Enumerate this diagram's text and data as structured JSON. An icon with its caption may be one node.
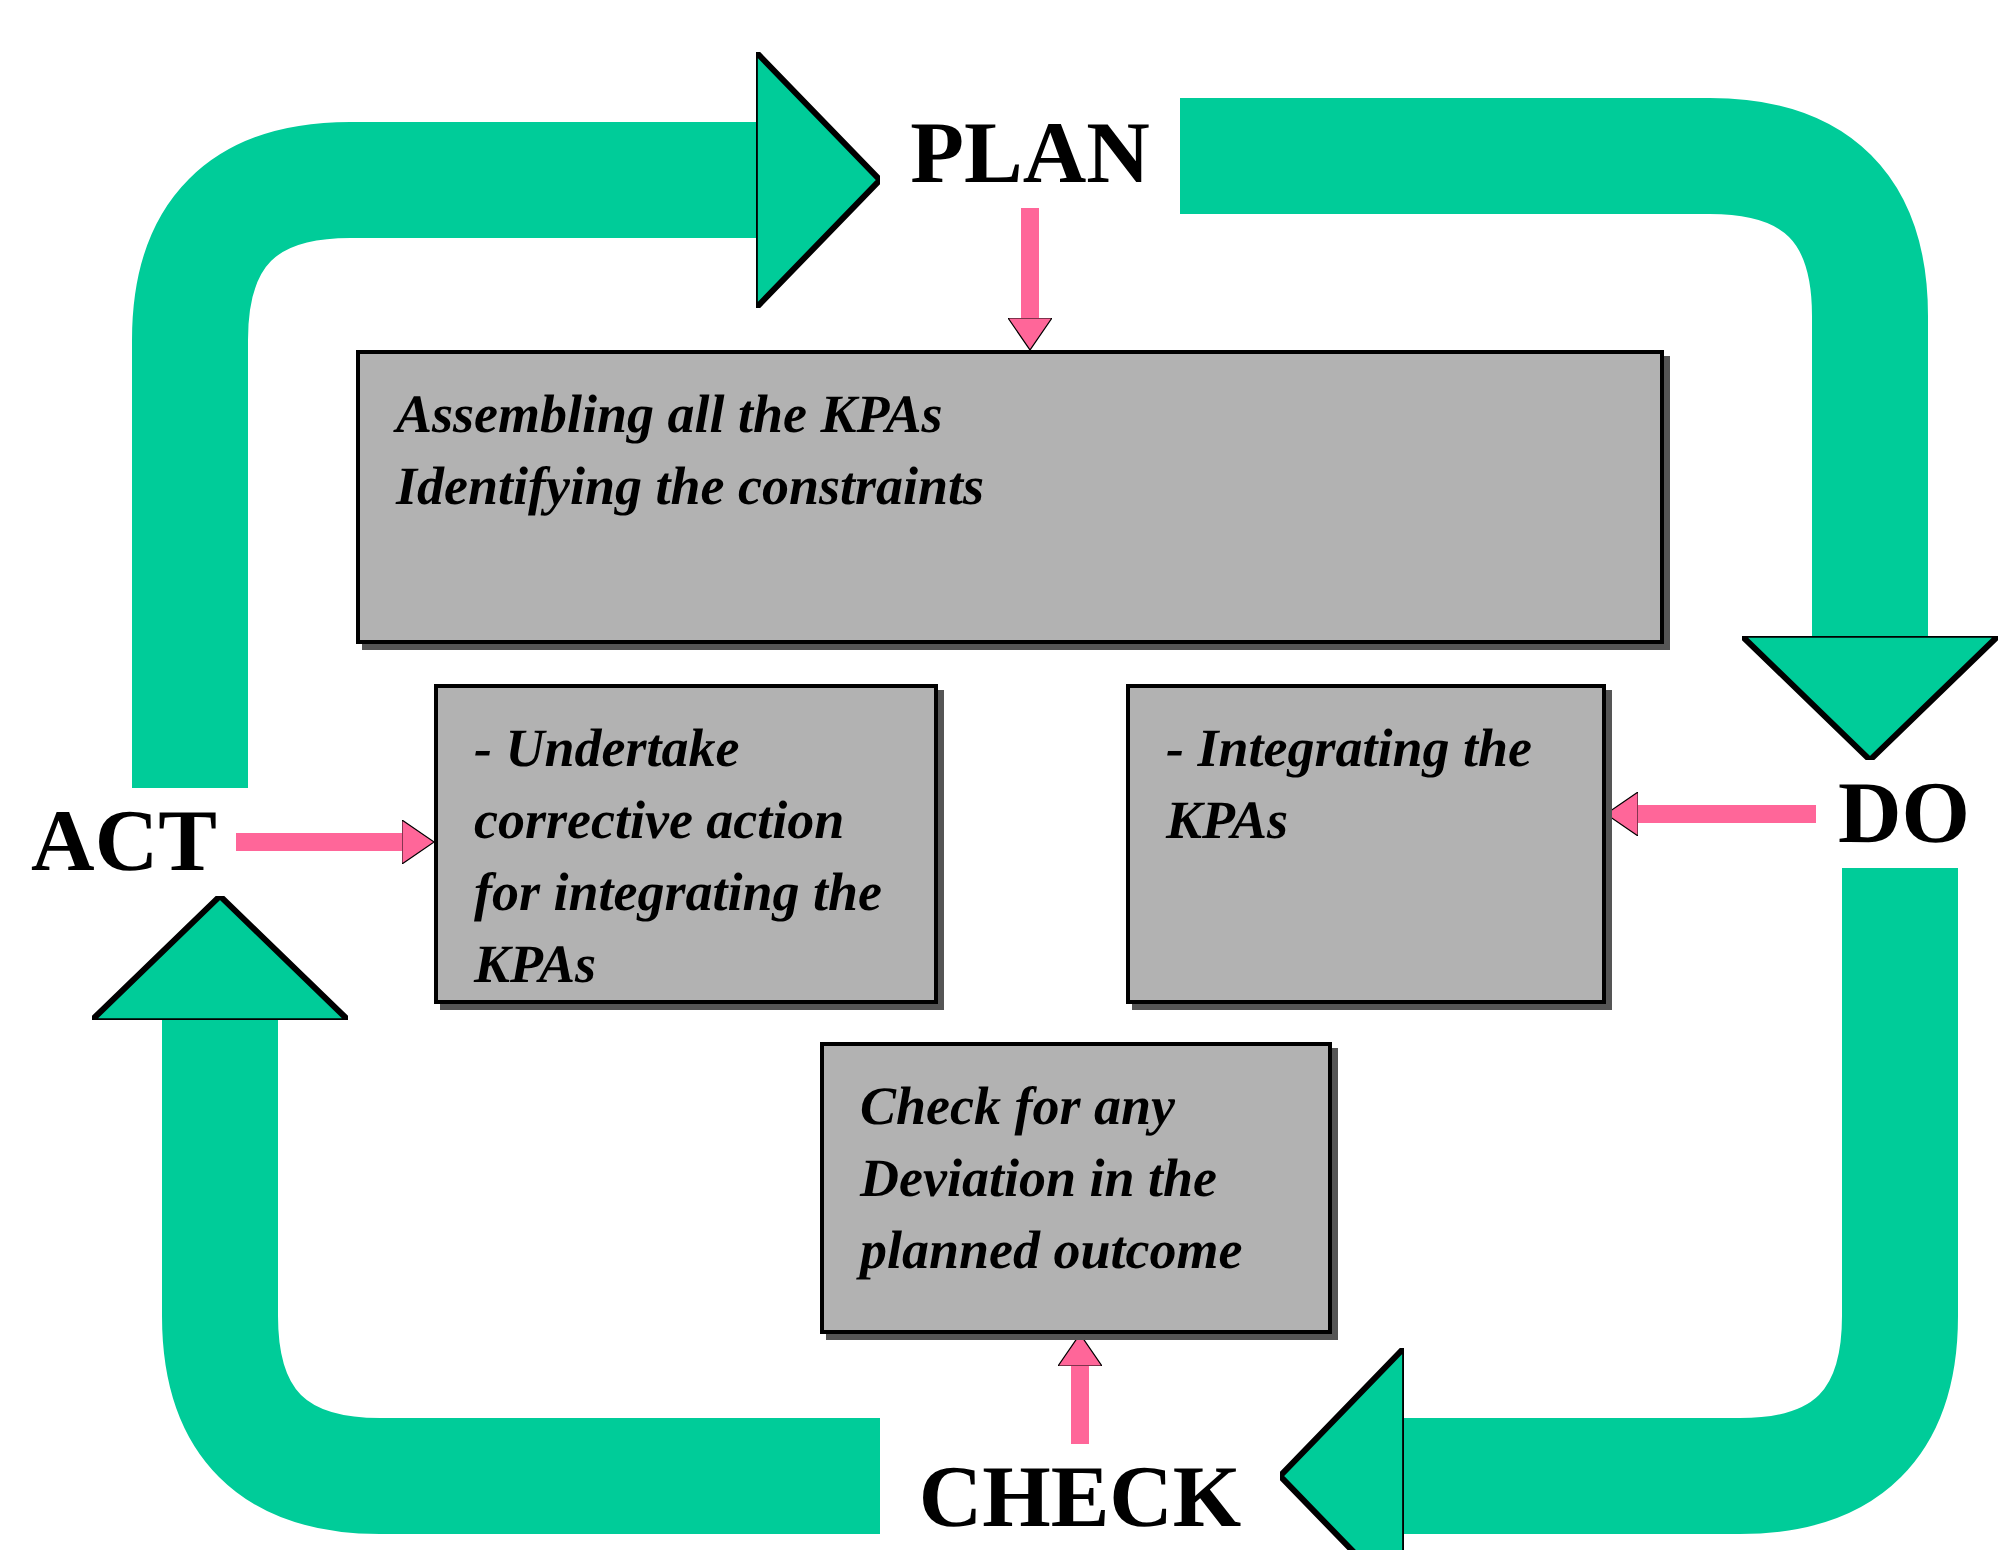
{
  "diagram": {
    "nodes": [
      {
        "text": [
          "PLAN"
        ]
      },
      {
        "text": [
          "Assembling all the KPAs",
          "Identifying the constraints"
        ]
      },
      {
        "text": [
          "DO"
        ]
      },
      {
        "text": [
          "- Integrating the KPAs"
        ]
      },
      {
        "text": [
          "CHECK"
        ]
      },
      {
        "text": [
          "Check for any Deviation in the planned outcome"
        ]
      },
      {
        "text": [
          "ACT"
        ]
      },
      {
        "text": [
          "- Undertake corrective action for integrating the KPAs"
        ]
      }
    ],
    "edges": [
      {
        "from": 6,
        "to": 0,
        "arrow": "to",
        "style": "thick",
        "color": "#00cc99"
      },
      {
        "from": 0,
        "to": 2,
        "arrow": "to",
        "style": "thick",
        "color": "#00cc99"
      },
      {
        "from": 2,
        "to": 4,
        "arrow": "to",
        "style": "thick",
        "color": "#00cc99"
      },
      {
        "from": 4,
        "to": 6,
        "arrow": "to",
        "style": "thick",
        "color": "#00cc99"
      },
      {
        "from": 0,
        "to": 1,
        "arrow": "to",
        "color": "#ff6699"
      },
      {
        "from": 2,
        "to": 3,
        "arrow": "to",
        "color": "#ff6699"
      },
      {
        "from": 4,
        "to": 5,
        "arrow": "to",
        "color": "#ff6699"
      },
      {
        "from": 6,
        "to": 7,
        "arrow": "to",
        "color": "#ff6699"
      }
    ]
  }
}
